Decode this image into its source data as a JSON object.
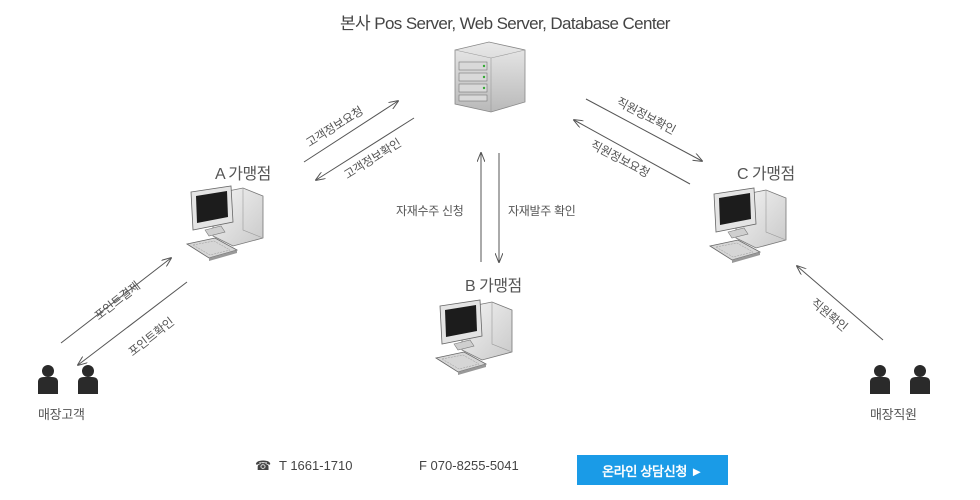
{
  "hq_title": "본사 Pos Server, Web Server, Database Center",
  "nodes": {
    "a": "A 가맹점",
    "b": "B 가맹점",
    "c": "C 가맹점",
    "customers": "매장고객",
    "staff": "매장직원"
  },
  "arrows": {
    "a_to_hq": "고객정보요청",
    "hq_to_a": "고객정보확인",
    "hq_to_c": "직원정보확인",
    "c_to_hq": "직원정보요청",
    "b_to_hq": "자재수주 신청",
    "hq_to_b": "자재발주 확인",
    "cust_to_a": "포인트결제",
    "a_to_cust": "포인트확인",
    "staff_to_c": "직원확인"
  },
  "footer": {
    "phone_icon": "☎",
    "phone": "T  1661-1710",
    "fax": "F  070-8255-5041",
    "cta_label": "온라인 상담신청 ►"
  },
  "colors": {
    "cta": "#1a9be7",
    "arrow": "#555555"
  }
}
